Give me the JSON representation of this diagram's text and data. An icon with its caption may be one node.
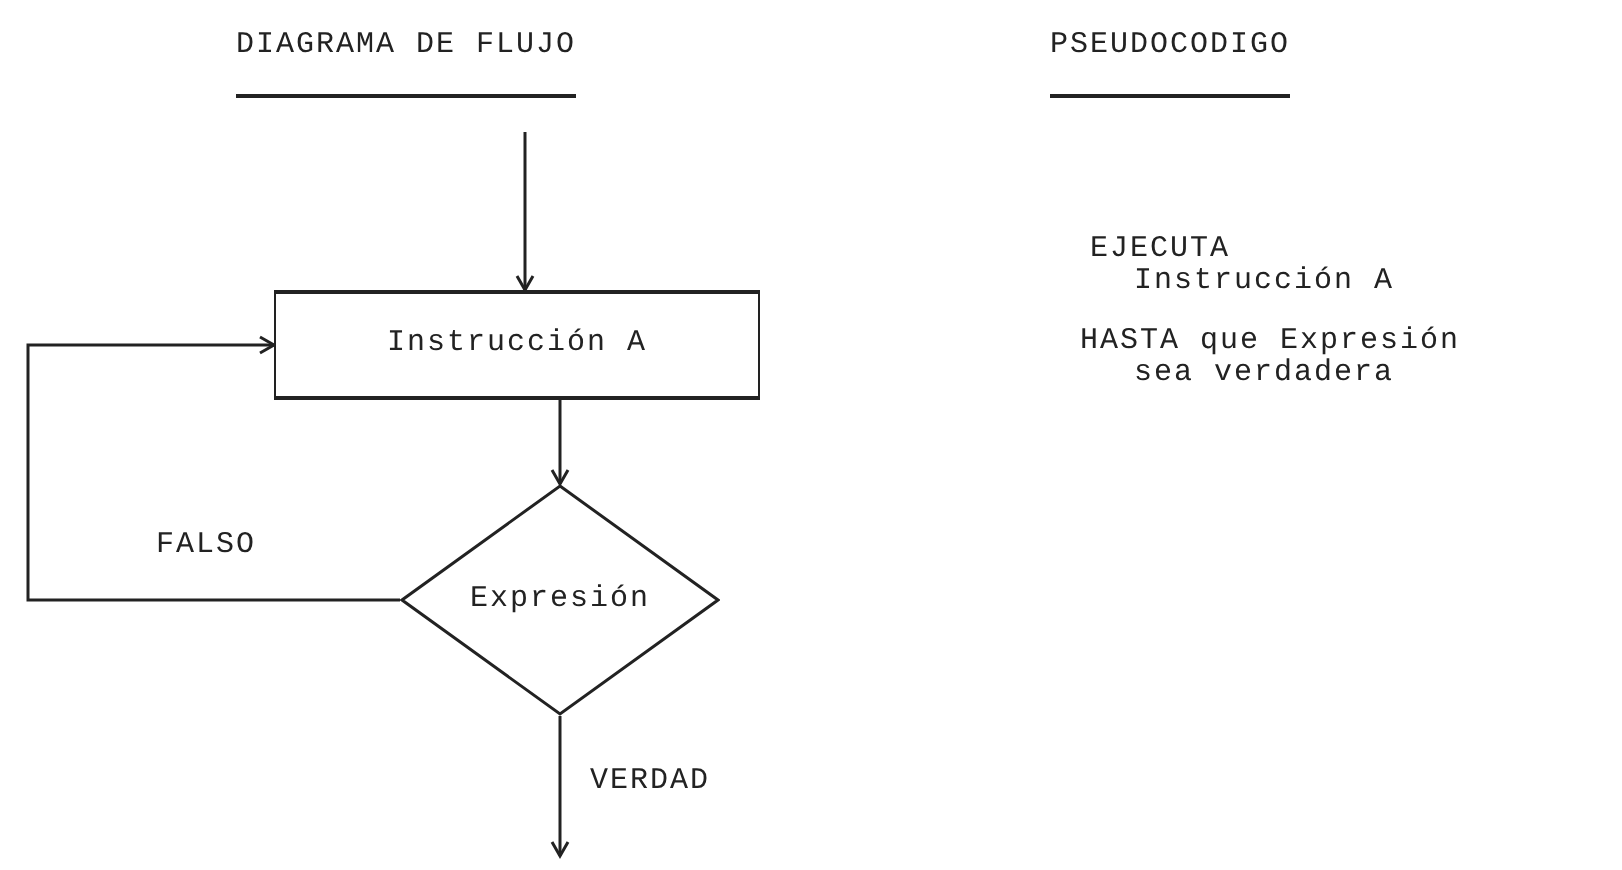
{
  "diagram": {
    "nodes": [
      {
        "text": [
          "Instrucción A"
        ]
      },
      {
        "text": [
          "Expresión"
        ]
      }
    ],
    "edges": [
      {
        "from": null,
        "to": 0,
        "arrow": "to"
      },
      {
        "from": 0,
        "to": 1,
        "arrow": "to"
      },
      {
        "from": 1,
        "to": 0,
        "arrow": "to",
        "label": "FALSO"
      },
      {
        "from": 1,
        "to": null,
        "arrow": "to",
        "label": "VERDAD"
      }
    ],
    "labels": [
      "DIAGRAMA DE FLUJO",
      "PSEUDOCODIGO",
      "EJECUTA",
      "Instrucción A",
      "HASTA que Expresión",
      "sea verdadera"
    ]
  }
}
